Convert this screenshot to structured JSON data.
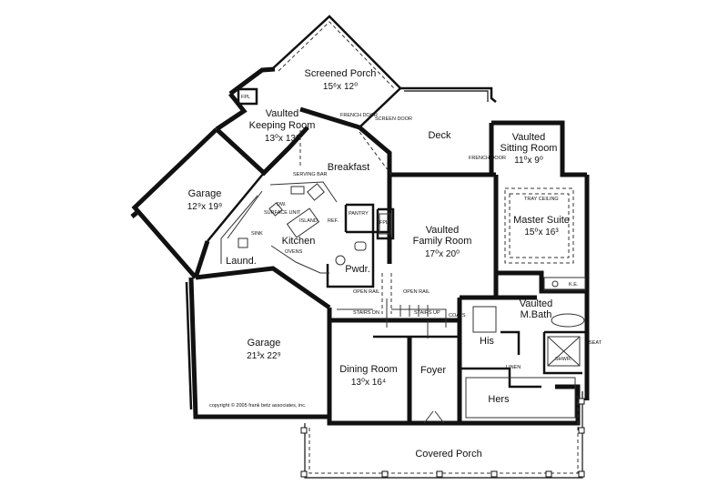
{
  "rooms": {
    "screened_porch": {
      "name": "Screened Porch",
      "dim": "15⁶x 12⁰"
    },
    "keeping_room": {
      "line1": "Vaulted",
      "line2": "Keeping Room",
      "dim": "13⁰x 13⁶"
    },
    "breakfast": {
      "name": "Breakfast"
    },
    "deck": {
      "name": "Deck"
    },
    "sitting_room": {
      "line1": "Vaulted",
      "line2": "Sitting Room",
      "dim": "11⁰x 9⁰"
    },
    "garage_upper": {
      "name": "Garage",
      "dim": "12⁹x 19⁹"
    },
    "kitchen": {
      "name": "Kitchen"
    },
    "laundry": {
      "name": "Laund."
    },
    "powder": {
      "name": "Pwdr."
    },
    "family_room": {
      "line1": "Vaulted",
      "line2": "Family Room",
      "dim": "17⁰x 20⁰"
    },
    "master_suite": {
      "name": "Master Suite",
      "dim": "15⁰x 16³"
    },
    "master_bath": {
      "line1": "Vaulted",
      "line2": "M.Bath"
    },
    "his": {
      "name": "His"
    },
    "hers": {
      "name": "Hers"
    },
    "garage_lower": {
      "name": "Garage",
      "dim": "21³x 22⁹"
    },
    "dining_room": {
      "name": "Dining Room",
      "dim": "13⁰x 16⁴"
    },
    "foyer": {
      "name": "Foyer"
    },
    "covered_porch": {
      "name": "Covered Porch"
    }
  },
  "notes": {
    "fpl": "FPL",
    "french_door": "FRENCH DOOR",
    "screen_door": "SCREEN DOOR",
    "serving_bar": "SERVING BAR",
    "dw": "DW.",
    "surface_unit": "SURFACE UNIT",
    "island": "ISLAND",
    "ref": "REF.",
    "pantry": "PANTRY",
    "sink": "SINK",
    "ovens": "OVENS",
    "open_rail": "OPEN RAIL",
    "stairs_dn": "STAIRS DN",
    "stairs_up": "STAIRS UP",
    "coats": "COATS",
    "tray_ceiling": "TRAY CEILING",
    "ke": "K.E.",
    "seat": "SEAT",
    "shwr": "SHWR.",
    "linen": "LINEN"
  },
  "copyright": "copyright © 2005 frank betz associates, inc."
}
